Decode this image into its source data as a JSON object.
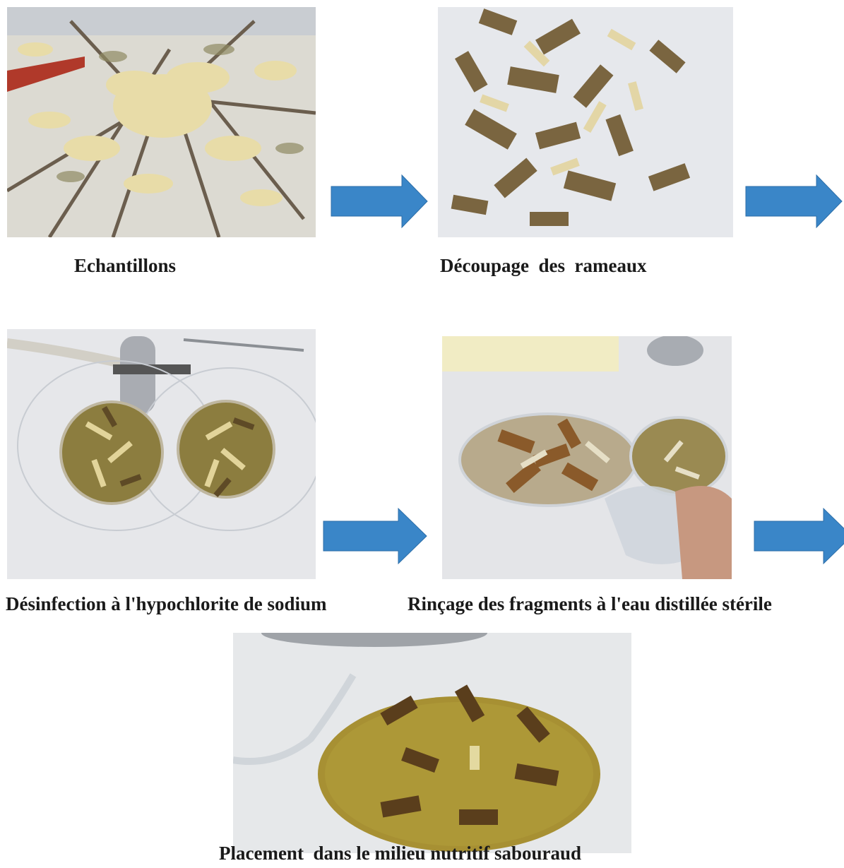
{
  "figure": {
    "steps": [
      {
        "id": "samples",
        "caption": "Echantillons"
      },
      {
        "id": "cutting",
        "caption": "Découpage  des  rameaux"
      },
      {
        "id": "disinfection",
        "caption": "Désinfection à l'hypochlorite de sodium"
      },
      {
        "id": "rinsing",
        "caption": "Rinçage des fragments à l'eau distillée stérile"
      },
      {
        "id": "placement",
        "caption": "Placement  dans le milieu nutritif sabouraud"
      }
    ],
    "arrow_color": "#3a86c8"
  }
}
